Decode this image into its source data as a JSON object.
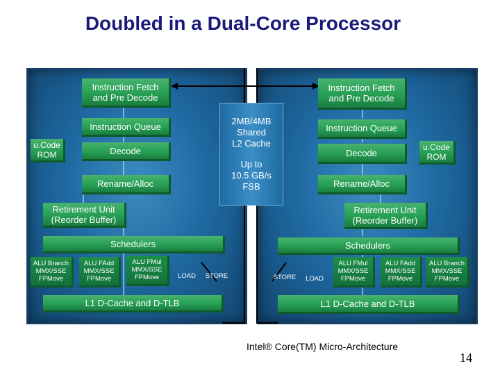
{
  "title": "Doubled in a Dual-Core Processor",
  "left_core": {
    "fetch": "Instruction Fetch\nand Pre Decode",
    "queue": "Instruction Queue",
    "ucode": "u.Code\nROM",
    "decode": "Decode",
    "rename": "Rename/Alloc",
    "retire": "Retirement Unit\n(Reorder Buffer)",
    "schedulers": "Schedulers",
    "units": [
      "ALU Branch\nMMX/SSE\nFPMove",
      "ALU FAdd\nMMX/SSE\nFPMove",
      "ALU FMul\nMMX/SSE\nFPMove",
      "LOAD",
      "STORE"
    ],
    "l1": "L1 D-Cache and D-TLB"
  },
  "right_core": {
    "fetch": "Instruction Fetch\nand Pre Decode",
    "queue": "Instruction Queue",
    "ucode": "u.Code\nROM",
    "decode": "Decode",
    "rename": "Rename/Alloc",
    "retire": "Retirement Unit\n(Reorder Buffer)",
    "schedulers": "Schedulers",
    "units": [
      "STORE",
      "LOAD",
      "ALU FMul\nMMX/SSE\nFPMove",
      "ALU FAdd\nMMX/SSE\nFPMove",
      "ALU Branch\nMMX/SSE\nFPMove"
    ],
    "l1": "L1 D-Cache and D-TLB"
  },
  "shared": {
    "l2": "2MB/4MB\nShared\nL2 Cache",
    "fsb": "Up to\n10.5 GB/s\nFSB"
  },
  "caption": "Intel® Core(TM) Micro-Architecture",
  "page_number": "14"
}
